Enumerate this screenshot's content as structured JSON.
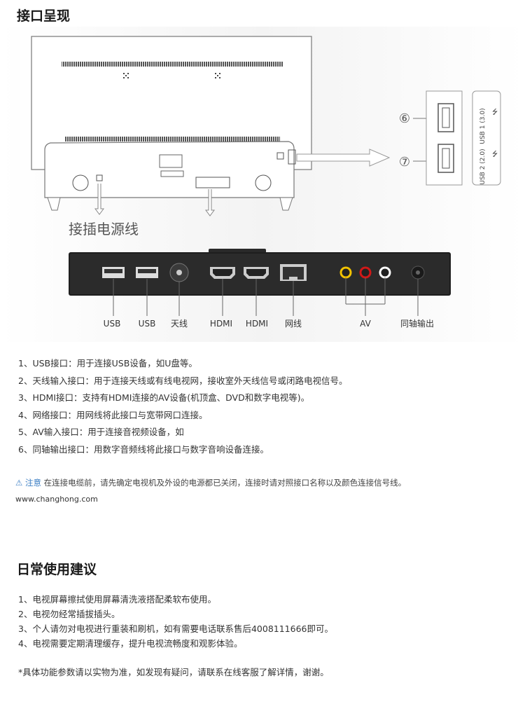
{
  "section1": {
    "title": "接口呈现"
  },
  "figure": {
    "power_caption": "接插电源线",
    "callouts": [
      "⑥",
      "⑦"
    ],
    "usb_ports": [
      "USB 1 (3.0)",
      "USB 2 (2.0)"
    ],
    "port_labels": [
      "USB",
      "USB",
      "天线",
      "HDMI",
      "HDMI",
      "网线",
      "AV",
      "同轴输出"
    ],
    "av_colors": [
      "#f2c200",
      "#d11818",
      "#ffffff"
    ]
  },
  "interfaces": [
    "1、USB接口：用于连接USB设备，如U盘等。",
    "2、天线输入接口：用于连接天线或有线电视网，接收室外天线信号或闭路电视信号。",
    "3、HDMI接口：支持有HDMI连接的AV设备(机顶盒、DVD和数字电视等)。",
    "4、网络接口：用网线将此接口与宽带网口连接。",
    "5、AV输入接口：用于连接音视频设备，如",
    "6、同轴输出接口：用数字音频线将此接口与数字音响设备连接。"
  ],
  "notice": {
    "label": "注意",
    "text": "在连接电缆前，请先确定电视机及外设的电源都已关闭，连接时请对照接口名称以及颜色连接信号线。"
  },
  "website": "www.changhong.com",
  "section2": {
    "title": "日常使用建议"
  },
  "tips": [
    "1、电视屏幕擦拭使用屏幕清洗液搭配柔软布使用。",
    "2、电视勿经常插拔插头。",
    "3、个人请勿对电视进行重装和刷机，如有需要电话联系售后4008111666即可。",
    "4、电视需要定期清理缓存，提升电视流畅度和观影体验。"
  ],
  "footnote": "*具体功能参数请以实物为准，如发现有疑问，请联系在线客服了解详情，谢谢。"
}
